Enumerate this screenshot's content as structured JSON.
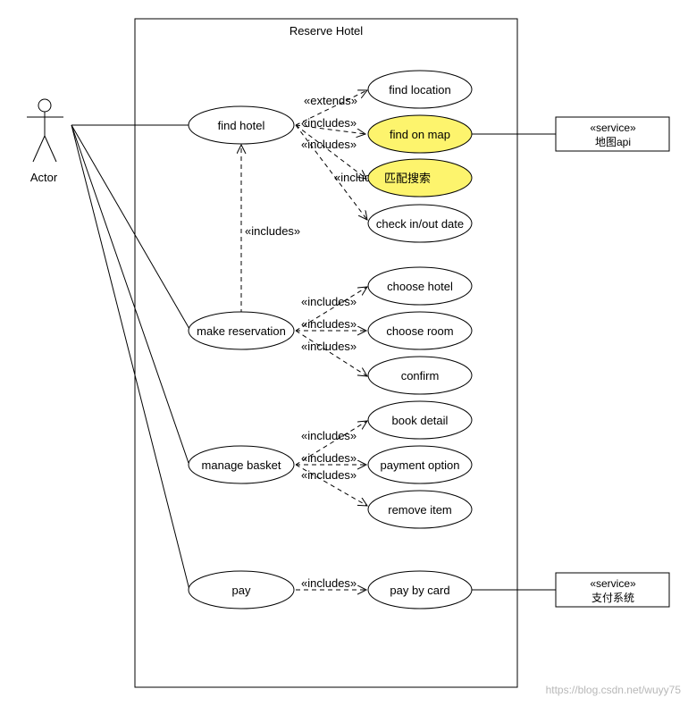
{
  "system": {
    "title": "Reserve Hotel"
  },
  "actor": {
    "label": "Actor"
  },
  "use_cases": {
    "find_hotel": "find hotel",
    "make_reservation": "make reservation",
    "manage_basket": "manage basket",
    "pay": "pay",
    "find_location": "find location",
    "find_on_map": "find on map",
    "match_search": "匹配搜索",
    "check_date": "check in/out date",
    "choose_hotel": "choose hotel",
    "choose_room": "choose room",
    "confirm": "confirm",
    "book_detail": "book detail",
    "payment_option": "payment option",
    "remove_item": "remove item",
    "pay_by_card": "pay by card"
  },
  "relations": {
    "extends": "«extends»",
    "includes": "«includes»"
  },
  "services": {
    "map_api": {
      "stereotype": "«service»",
      "name": "地图api"
    },
    "payment": {
      "stereotype": "«service»",
      "name": "支付系统"
    }
  },
  "colors": {
    "highlight": "#fdf46d",
    "line": "#000000",
    "background": "#ffffff"
  },
  "watermark": "https://blog.csdn.net/wuyy75"
}
